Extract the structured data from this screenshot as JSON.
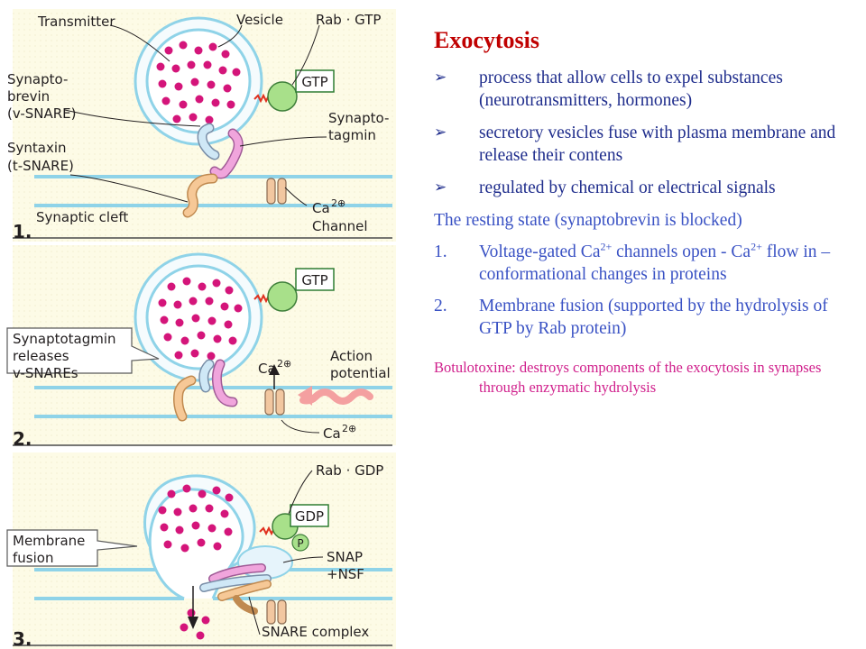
{
  "figure": {
    "panel1": {
      "number": "1.",
      "transmitter": "Transmitter",
      "vesicle": "Vesicle",
      "rab_gtp": "Rab · GTP",
      "gtp": "GTP",
      "synaptobrevin_1": "Synapto-",
      "synaptobrevin_2": "brevin",
      "synaptobrevin_3": "(v-SNARE)",
      "syntaxin_1": "Syntaxin",
      "syntaxin_2": "(t-SNARE)",
      "synaptotagmin_1": "Synapto-",
      "synaptotagmin_2": "tagmin",
      "synaptic_cleft": "Synaptic cleft",
      "ca": "Ca",
      "ca_sup": "2⊕",
      "channel": "Channel"
    },
    "panel2": {
      "number": "2.",
      "gtp": "GTP",
      "callout_1": "Synaptotagmin",
      "callout_2": "releases",
      "callout_3": "v-SNAREs",
      "ca_top": "Ca",
      "ca_top_sup": "2⊕",
      "action_1": "Action",
      "action_2": "potential",
      "ca_bottom": "Ca",
      "ca_bottom_sup": "2⊕"
    },
    "panel3": {
      "number": "3.",
      "rab_gdp": "Rab · GDP",
      "gdp": "GDP",
      "p": "P",
      "callout_1": "Membrane",
      "callout_2": "fusion",
      "snap_1": "SNAP",
      "snap_2": "+NSF",
      "snare_complex": "SNARE complex"
    }
  },
  "notes": {
    "title": "Exocytosis",
    "bullet_marker": "➢",
    "bullets": [
      "process that allow cells to expel substances (neurotransmitters, hormones)",
      "secretory vesicles fuse with plasma membrane and release their contens",
      "regulated by chemical or electrical signals"
    ],
    "resting_state": "The resting state (synaptobrevin is blocked)",
    "step1": {
      "num": "1.",
      "a": "Voltage-gated Ca",
      "sup1": "2+",
      "b": " channels open - Ca",
      "sup2": "2+",
      "c": " flow in – conformational changes in proteins"
    },
    "step2": {
      "num": "2.",
      "text": "Membrane fusion (supported by the hydrolysis of GTP by Rab protein)"
    },
    "botulotoxine": "Botulotoxine: destroys components of the exocytosis in synapses through enzymatic hydrolysis"
  },
  "colors": {
    "panel_bg": "#fdfbe6",
    "membrane": "#8fd3e8",
    "transmitter": "#d4157a",
    "rab": "#a8e08a",
    "title": "#c00000",
    "text_blue": "#1f2d8c",
    "text_light_blue": "#3a52c4",
    "botulotoxine": "#d0208c"
  }
}
